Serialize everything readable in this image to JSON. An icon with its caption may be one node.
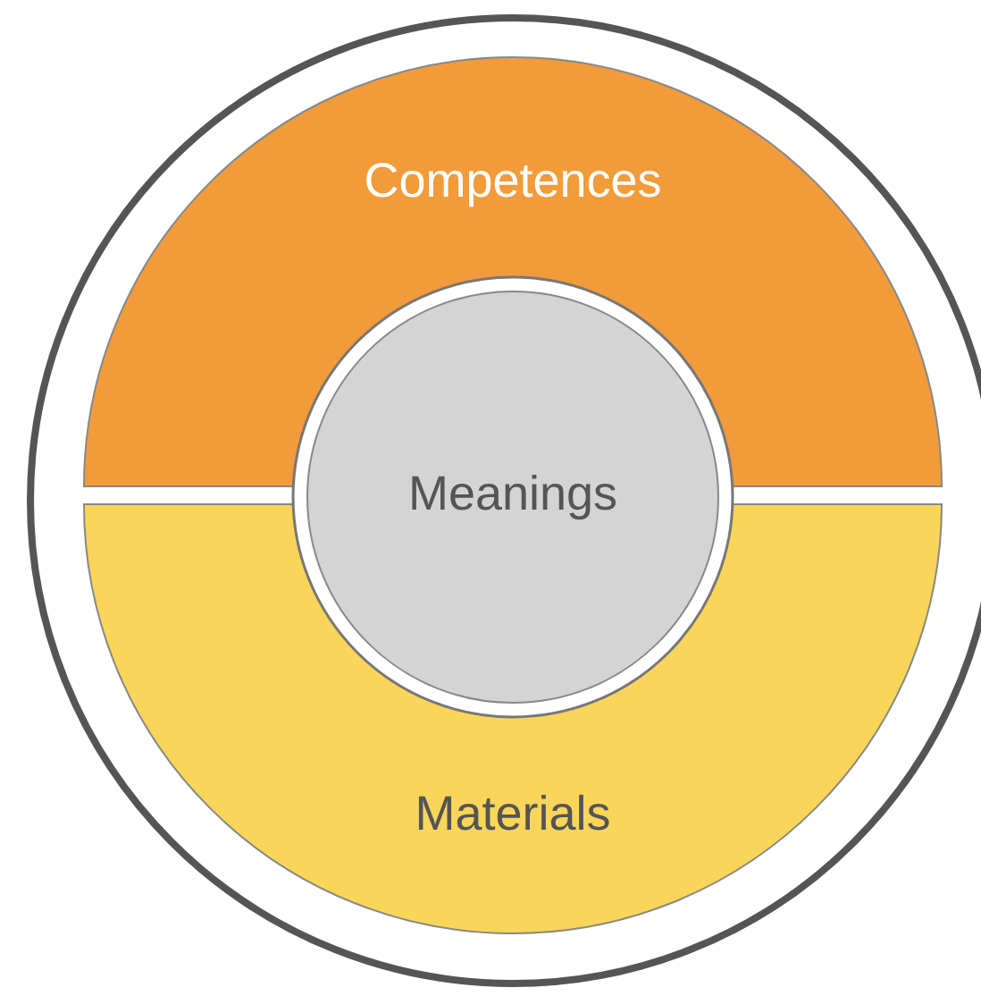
{
  "diagram": {
    "nodes": [
      {
        "text": [],
        "shape": "circle"
      },
      {
        "text": [
          "Competences"
        ],
        "in": 0
      },
      {
        "text": [
          "Meanings"
        ],
        "in": 0
      },
      {
        "text": [
          "Materials"
        ],
        "in": 0
      }
    ]
  }
}
